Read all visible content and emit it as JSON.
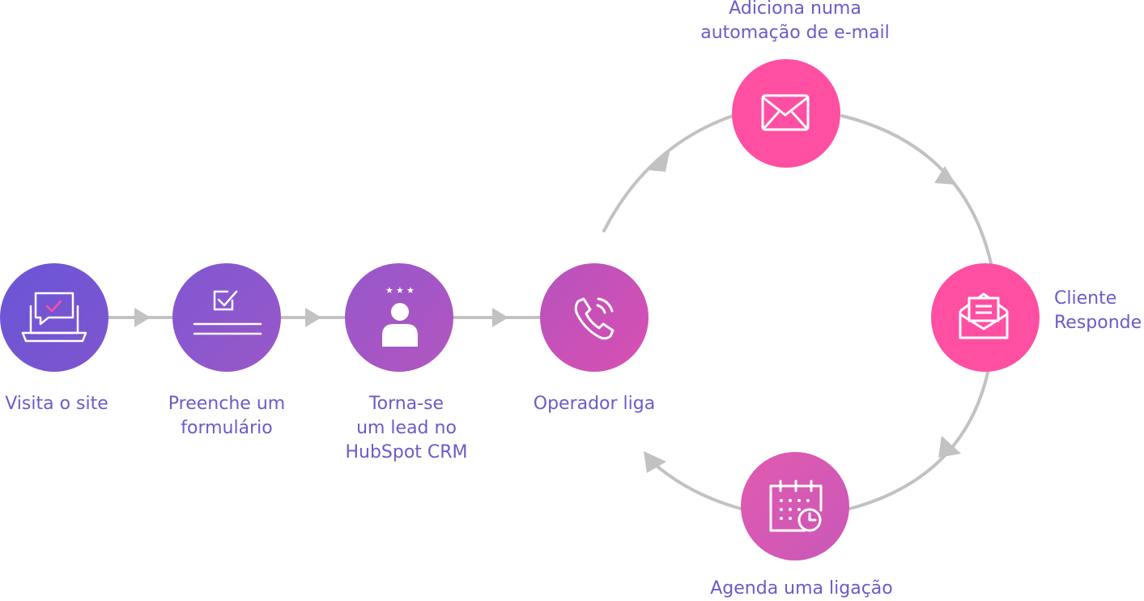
{
  "colors": {
    "connector": "#c2c2c2",
    "label_text": "#6e5ac8",
    "icon_stroke": "#ffffff",
    "accent_check": "#ff4fa3"
  },
  "nodes": [
    {
      "id": "visit-site",
      "label": "Visita o site",
      "icon": "laptop-chat-check-icon",
      "color_start": "#6a55d6",
      "color_end": "#7f55cf"
    },
    {
      "id": "fill-form",
      "label": "Preenche um\nformulário",
      "icon": "form-checkbox-icon",
      "color_start": "#7f57d2",
      "color_end": "#9a57c8"
    },
    {
      "id": "become-lead",
      "label": "Torna-se\num lead no\nHubSpot CRM",
      "icon": "person-stars-icon",
      "color_start": "#9657cb",
      "color_end": "#b256c0"
    },
    {
      "id": "operator-calls",
      "label": "Operador liga",
      "icon": "phone-ringing-icon",
      "color_start": "#b653bd",
      "color_end": "#d94fb2"
    },
    {
      "id": "email-automation",
      "label": "Adiciona numa\nautomação de e-mail",
      "icon": "envelope-icon",
      "color_start": "#ff4fa3",
      "color_end": "#ff4fa3"
    },
    {
      "id": "client-responds",
      "label": "Cliente\nResponde",
      "icon": "open-envelope-letter-icon",
      "color_start": "#ff4fa3",
      "color_end": "#ff4fa3"
    },
    {
      "id": "schedule-call",
      "label": "Agenda uma ligação",
      "icon": "calendar-clock-icon",
      "color_start": "#e25ab0",
      "color_end": "#c958b8"
    }
  ]
}
